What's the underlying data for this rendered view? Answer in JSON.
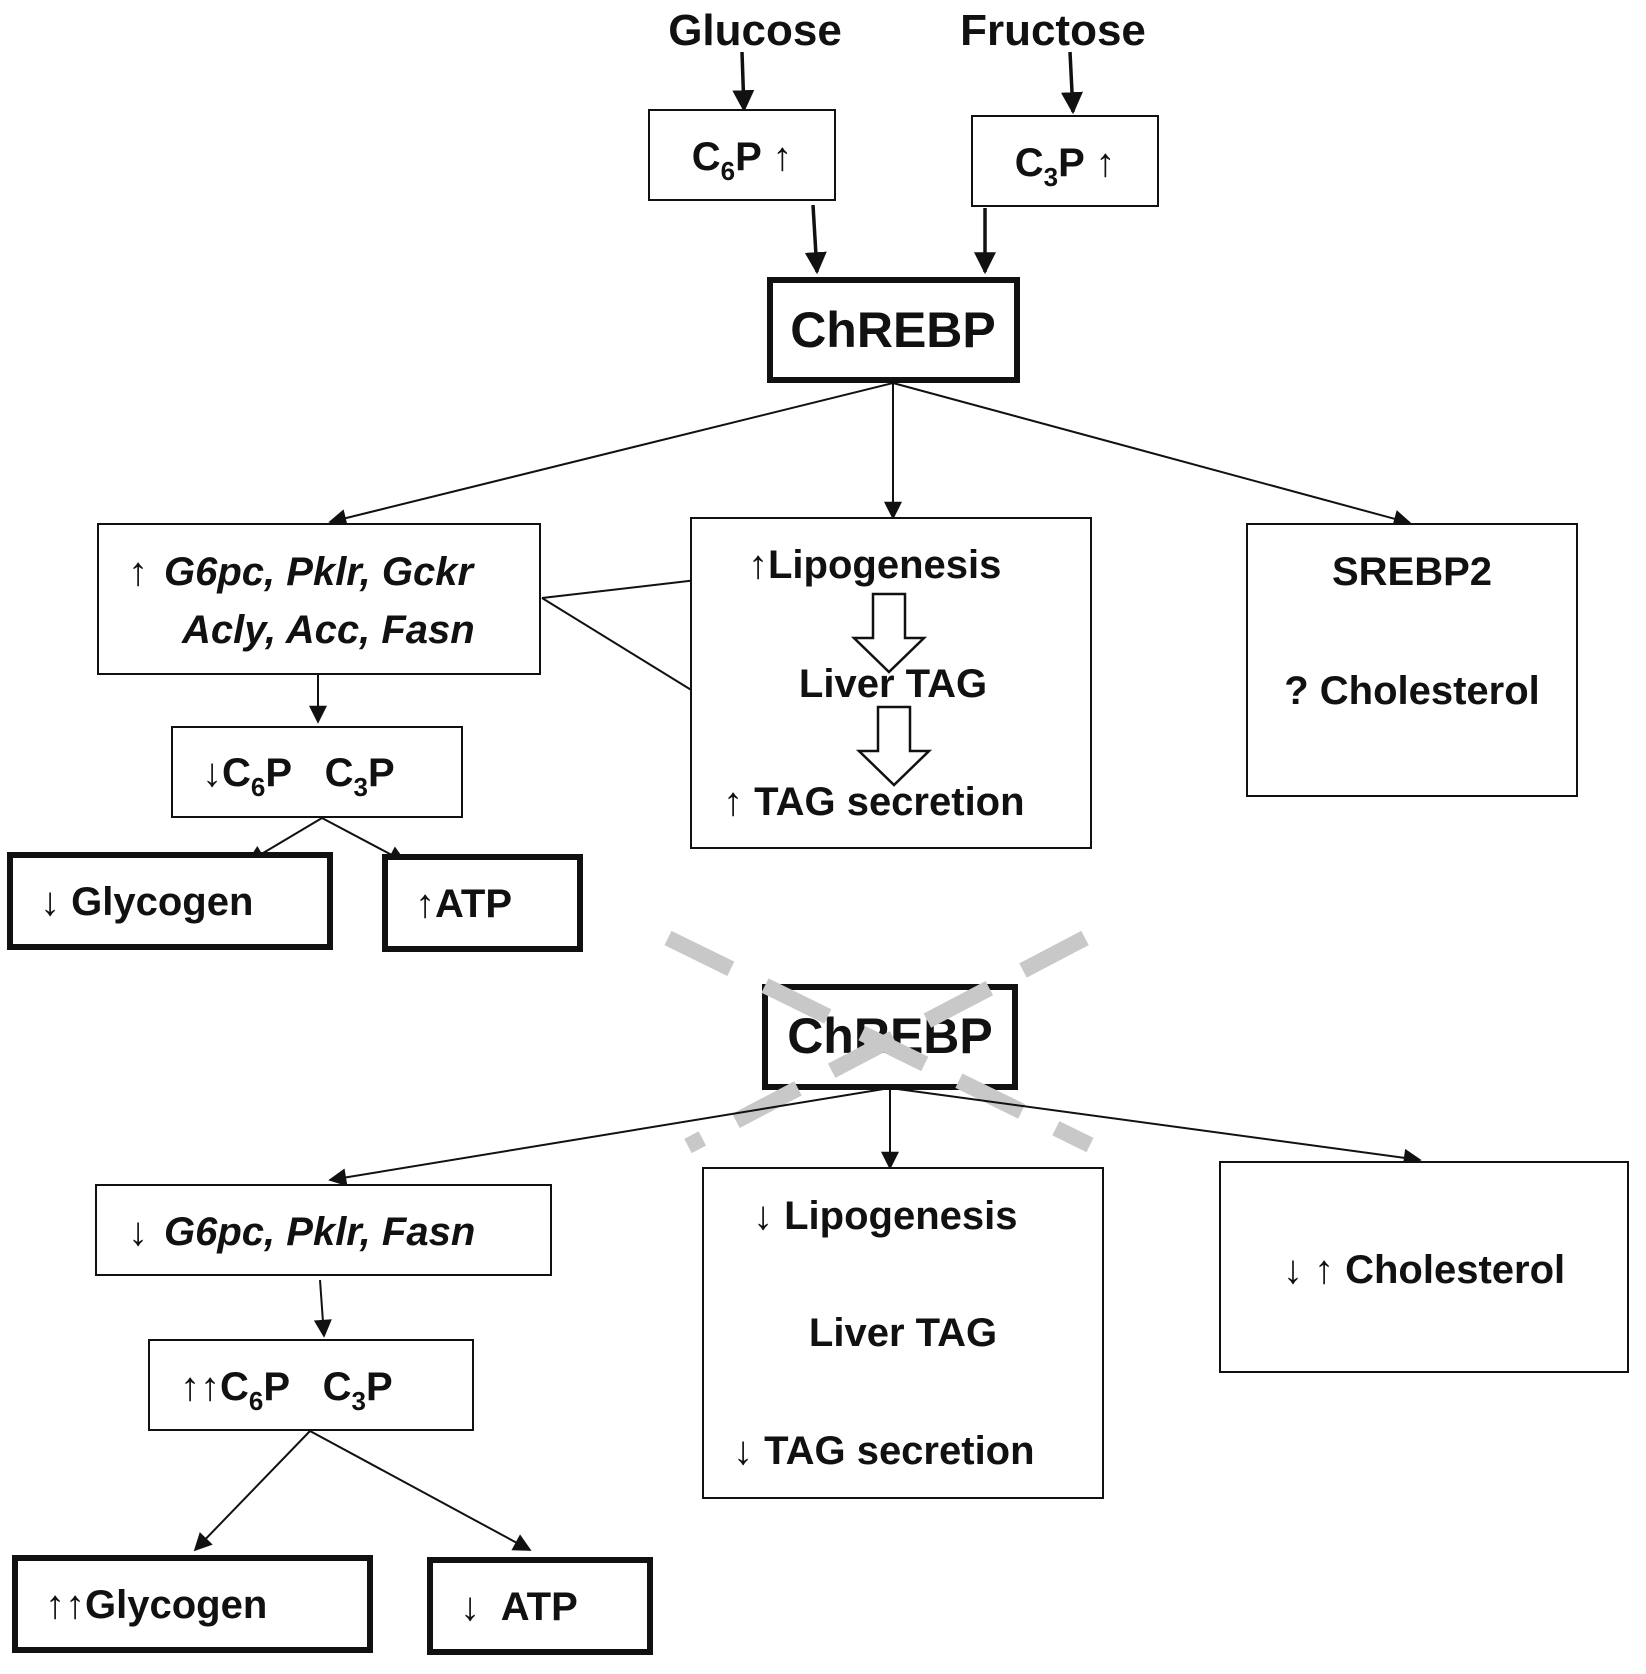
{
  "top": {
    "glucose": "Glucose",
    "fructose": "Fructose",
    "c6p_up": [
      "C",
      "6",
      "P ↑"
    ],
    "c3p_up": [
      "C",
      "3",
      "P ↑"
    ],
    "chrebp": "ChREBP"
  },
  "upper": {
    "genes_line1_arrow": "↑",
    "genes_line1": "G6pc, Pklr, Gckr",
    "genes_line2": "Acly, Acc, Fasn",
    "metabolites": [
      "↓C",
      "6",
      "P   C",
      "3",
      "P"
    ],
    "lipogenesis": "↑Lipogenesis",
    "liver_tag": "Liver TAG",
    "tag_secretion": "↑ TAG secretion",
    "srebp2": "SREBP2",
    "cholesterol": "? Cholesterol",
    "glycogen": "↓ Glycogen",
    "atp": "↑ATP"
  },
  "lower": {
    "chrebp": "ChREBP",
    "genes_arrow": "↓",
    "genes": "G6pc, Pklr, Fasn",
    "metabolites": [
      "↑↑C",
      "6",
      "P   C",
      "3",
      "P"
    ],
    "lipogenesis": "↓ Lipogenesis",
    "liver_tag": "Liver TAG",
    "tag_secretion": "↓ TAG secretion",
    "cholesterol": "↓ ↑ Cholesterol",
    "glycogen": "↑↑Glycogen",
    "atp": "↓  ATP"
  }
}
